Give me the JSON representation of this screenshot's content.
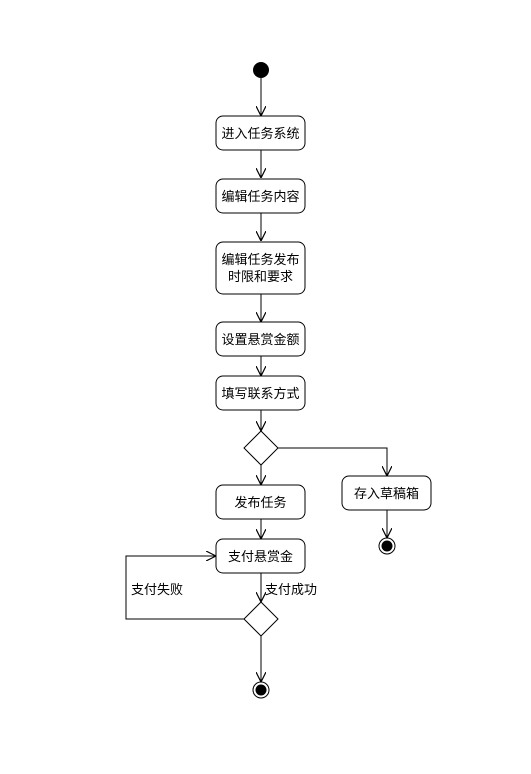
{
  "activities": {
    "enter_system": "进入任务系统",
    "edit_content": "编辑任务内容",
    "edit_deadline_line1": "编辑任务发布",
    "edit_deadline_line2": "时限和要求",
    "set_reward": "设置悬赏金额",
    "fill_contact": "填写联系方式",
    "publish": "发布任务",
    "save_draft": "存入草稿箱",
    "pay_reward": "支付悬赏金"
  },
  "edge_labels": {
    "pay_fail": "支付失败",
    "pay_success": "支付成功"
  },
  "colors": {
    "line": "#000000",
    "fill": "#ffffff"
  }
}
